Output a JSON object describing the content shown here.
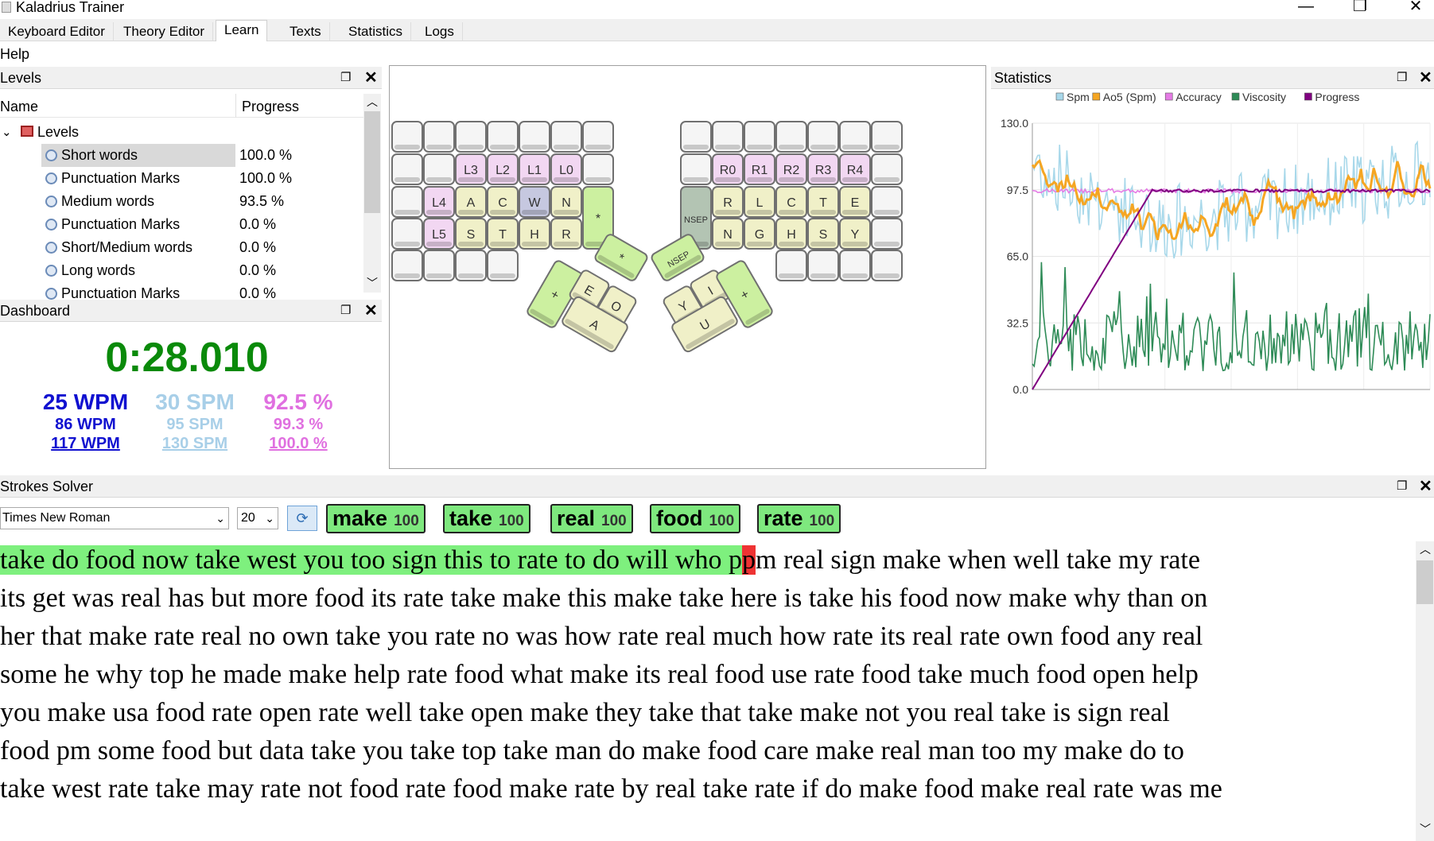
{
  "window": {
    "title": "Kaladrius Trainer",
    "minimize": "—",
    "maximize": "❐",
    "close": "✕"
  },
  "tabs": [
    "Keyboard Editor",
    "Theory Editor",
    "Learn",
    "Texts",
    "Statistics",
    "Logs"
  ],
  "active_tab": "Learn",
  "help_menu": "Help",
  "levels_panel": {
    "title": "Levels",
    "float_icon": "❐",
    "close_icon": "✕",
    "columns": [
      "Name",
      "Progress"
    ],
    "root": "Levels",
    "items": [
      {
        "name": "Short words",
        "progress": "100.0 %"
      },
      {
        "name": "Punctuation Marks",
        "progress": "100.0 %"
      },
      {
        "name": "Medium words",
        "progress": "93.5 %"
      },
      {
        "name": "Punctuation Marks",
        "progress": "0.0 %"
      },
      {
        "name": "Short/Medium words",
        "progress": "0.0 %"
      },
      {
        "name": "Long words",
        "progress": "0.0 %"
      },
      {
        "name": "Punctuation Marks",
        "progress": "0.0 %"
      }
    ]
  },
  "dashboard": {
    "title": "Dashboard",
    "timer": "0:28.010",
    "wpm": [
      "25 WPM",
      "86 WPM",
      "117 WPM"
    ],
    "spm": [
      "30 SPM",
      "95 SPM",
      "130 SPM"
    ],
    "accuracy": [
      "92.5 %",
      "99.3 %",
      "100.0 %"
    ],
    "colors": {
      "timer": "#0a8a0a",
      "wpm": "#1010d0",
      "spm": "#a8cfe8",
      "accuracy": "#e070e0"
    }
  },
  "keyboard": {
    "colors": {
      "blank": "#f5f5f5",
      "pink": "#f2d7f2",
      "yellow": "#f0f0c8",
      "blue": "#c6c8e0",
      "green": "#ccf0a0",
      "dark": "#b3c4b3"
    },
    "left_keys": [
      [
        "",
        "",
        "",
        "",
        "",
        "",
        ""
      ],
      [
        "",
        "",
        "L3",
        "L2",
        "L1",
        "L0",
        ""
      ],
      [
        "",
        "L4",
        "A",
        "C",
        "W",
        "N",
        "*"
      ],
      [
        "",
        "L5",
        "S",
        "T",
        "H",
        "R",
        ""
      ],
      [
        "",
        "",
        "",
        ""
      ]
    ],
    "right_keys": [
      [
        "",
        "",
        "",
        "",
        "",
        "",
        ""
      ],
      [
        "",
        "R0",
        "R1",
        "R2",
        "R3",
        "R4",
        ""
      ],
      [
        "NSEP",
        "R",
        "L",
        "C",
        "T",
        "E",
        ""
      ],
      [
        "",
        "N",
        "G",
        "H",
        "S",
        "Y",
        ""
      ],
      [
        "",
        "",
        "",
        ""
      ]
    ],
    "left_thumb": [
      "+",
      "E",
      "O",
      "A",
      "*"
    ],
    "right_thumb": [
      "NSEP",
      "Y",
      "I",
      "+",
      "U"
    ]
  },
  "statistics_panel": {
    "title": "Statistics",
    "float_icon": "❐",
    "close_icon": "✕"
  },
  "chart_data": {
    "type": "line",
    "title": "",
    "legend": [
      {
        "name": "Spm",
        "color": "#a8d8ea"
      },
      {
        "name": "Ao5 (Spm)",
        "color": "#f5a623"
      },
      {
        "name": "Accuracy",
        "color": "#e57be5"
      },
      {
        "name": "Viscosity",
        "color": "#2e8b57"
      },
      {
        "name": "Progress",
        "color": "#800080"
      }
    ],
    "legend_position": "top",
    "y_ticks": [
      "130.0",
      "97.5",
      "65.0",
      "32.5",
      "0.0"
    ],
    "ylim": [
      0,
      130
    ],
    "grid": true,
    "series_shape": {
      "spm_level_start": 110,
      "spm_level_dip": 80,
      "spm_level_end": 105,
      "ao5_level_start": 108,
      "ao5_level_dip": 82,
      "ao5_level_end": 108,
      "accuracy_level": 97,
      "viscosity_level": 18,
      "progress_rise_end": 97
    }
  },
  "strokes_solver": {
    "title": "Strokes Solver",
    "float_icon": "❐",
    "close_icon": "✕",
    "font": "Times New Roman",
    "size": "20",
    "chips": [
      {
        "word": "make",
        "score": "100"
      },
      {
        "word": "take",
        "score": "100"
      },
      {
        "word": "real",
        "score": "100"
      },
      {
        "word": "food",
        "score": "100"
      },
      {
        "word": "rate",
        "score": "100"
      }
    ],
    "typed": "take do food now take west you too sign this to rate to do will who p",
    "error": "p",
    "rest_first": "m real sign make when well take my rate",
    "lines": [
      "its get was real has but more food its rate take make this make take here is take his food now make why than on",
      "her that make rate real no own take you rate no was how rate real much how rate its real rate own food any real",
      "some he why top he made make help rate food what make its real food use rate food take much food open help",
      "you make usa food rate open rate well take open make they take that take make not you real take is sign real",
      "food pm some food but data take you take top take man do make food care make real man too my make do to",
      "take west rate take may rate not food rate food make rate by real take rate if do make food make real rate was me"
    ]
  }
}
